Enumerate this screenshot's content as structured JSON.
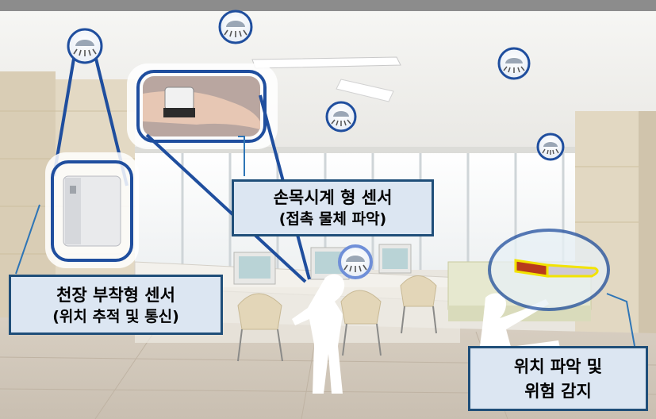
{
  "labels": {
    "ceiling_sensor": {
      "title": "천장 부착형 센서",
      "subtitle": "(위치 추적 및 통신)"
    },
    "wrist_sensor": {
      "title": "손목시계 형 센서",
      "subtitle": "(접촉 물체 파악)"
    },
    "hazard": {
      "line1": "위치 파악 및",
      "line2": "위험 감지"
    }
  },
  "colors": {
    "label_fill": "#dce6f2",
    "label_border": "#1f4e79",
    "callout_line": "#2e75b6",
    "sensor_blue": "#1f4e9e"
  },
  "icons": [
    "ceiling-sensor-icon",
    "wrist-sensor-photo",
    "ceiling-device-photo",
    "knife-icon",
    "child-silhouette"
  ]
}
